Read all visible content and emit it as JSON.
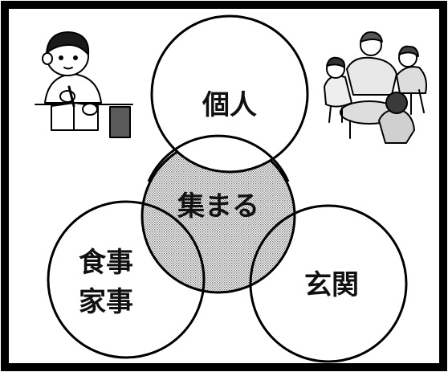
{
  "diagram": {
    "circles": {
      "individual": {
        "label": "個人"
      },
      "gather": {
        "label": "集まる"
      },
      "meals": {
        "line1": "食事",
        "line2": "家事"
      },
      "entrance": {
        "label": "玄関"
      }
    },
    "illustrations": {
      "left": "child-studying-at-desk",
      "right": "family-sitting-around-table"
    },
    "colors": {
      "frame": "#000000",
      "circle_stroke": "#000000",
      "gather_fill": "#cfcfcf",
      "background": "#ffffff"
    }
  }
}
